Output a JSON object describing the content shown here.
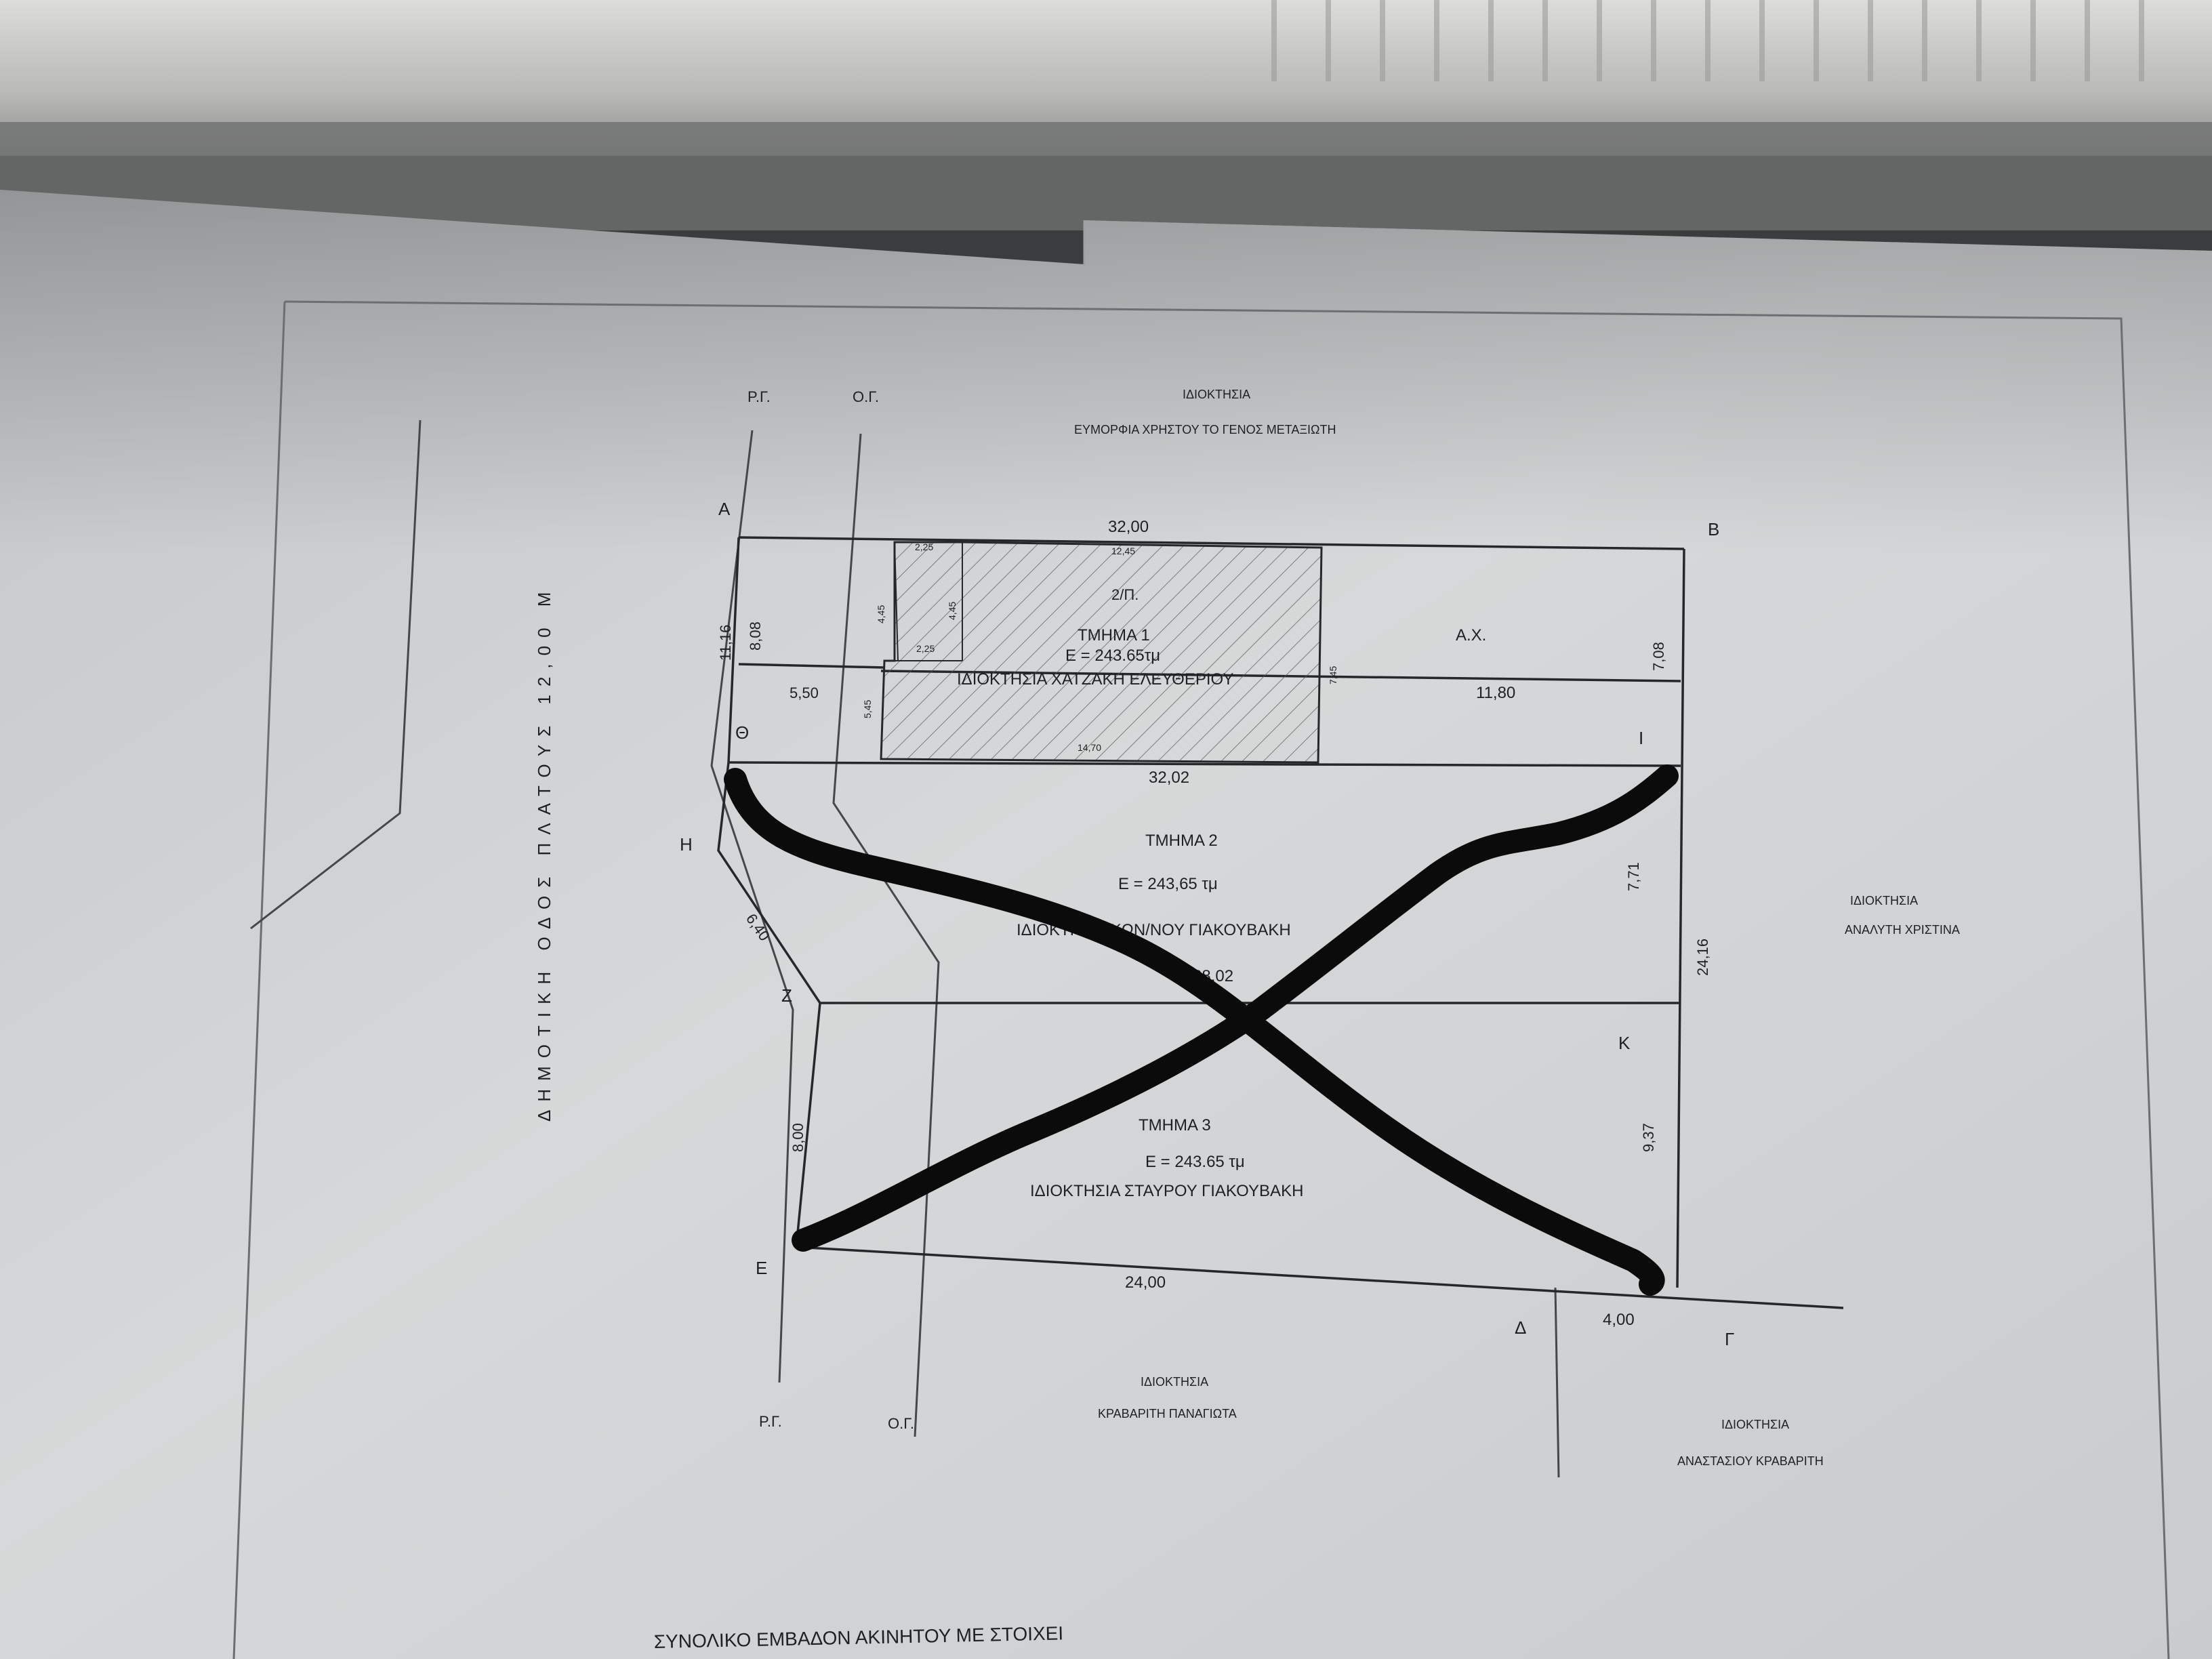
{
  "labels": {
    "road_edge_top": "Ρ.Γ.",
    "building_line_top": "Ο.Γ.",
    "road_edge_bottom": "Ρ.Γ.",
    "building_line_bottom": "Ο.Γ.",
    "owner_north_heading": "ΙΔΙΟΚΤΗΣΙΑ",
    "owner_north_name": "ΕΥΜΟΡΦΙΑ ΧΡΗΣΤΟΥ ΤΟ ΓΕΝΟΣ ΜΕΤΑΞΙΩΤΗ",
    "owner_east_heading": "ΙΔΙΟΚΤΗΣΙΑ",
    "owner_east_name": "ΑΝΑΛΥΤΗ ΧΡΙΣΤΙΝΑ",
    "owner_south_heading": "ΙΔΙΟΚΤΗΣΙΑ",
    "owner_south_name": "ΚΡΑΒΑΡΙΤΗ ΠΑΝΑΓΙΩΤΑ",
    "owner_southeast_heading": "ΙΔΙΟΚΤΗΣΙΑ",
    "owner_southeast_name": "ΑΝΑΣΤΑΣΙΟΥ ΚΡΑΒΑΡΙΤΗ",
    "street": "ΔΗΜΟΤΙΚΗ ΟΔΟΣ ΠΛΑΤΟΥΣ 12,00 Μ",
    "bottom_caption": "ΣΥΝΟΛΙΚΟ ΕΜΒΑΔΟΝ ΑΚΙΝΗΤΟΥ ΜΕ ΣΤΟΙΧΕΙ"
  },
  "corners": {
    "a": "Α",
    "b": "Β",
    "g": "Γ",
    "d": "Δ",
    "e": "Ε",
    "z": "Ζ",
    "h": "Η",
    "th": "Θ",
    "i": "Ι",
    "k": "Κ"
  },
  "sections": {
    "s1_floor": "2/Π.",
    "s1_title": "ΤΜΗΜΑ 1",
    "s1_area": "Ε = 243.65τμ",
    "s1_owner": "ΙΔΙΟΚΤΗΣΙΑ ΧΑΤΖΑΚΗ ΕΛΕΥΘΕΡΙΟΥ",
    "ax": "Α.Χ.",
    "s2_title": "ΤΜΗΜΑ 2",
    "s2_area": "Ε = 243,65 τμ",
    "s2_owner": "ΙΔΙΟΚΤΗΣΙΑ ΚΩΝ/ΝΟΥ ΓΙΑΚΟΥΒΑΚΗ",
    "s3_title": "ΤΜΗΜΑ 3",
    "s3_area": "Ε = 243.65 τμ",
    "s3_owner": "ΙΔΙΟΚΤΗΣΙΑ ΣΤΑΥΡΟΥ ΓΙΑΚΟΥΒΑΚΗ"
  },
  "dimensions": {
    "top": "32,00",
    "mid": "32,02",
    "z_line": "28,02",
    "bottom": "24,00",
    "dg": "4,00",
    "west_a_th": "11,16",
    "west_inner": "8,08",
    "step": "5,50",
    "east_b_i": "7,08",
    "ax_width": "11,80",
    "east_i_mid": "7,71",
    "east_total": "24,16",
    "east_k": "9,37",
    "chamfer": "6,40",
    "west_e": "8,00",
    "bld_a": "2,25",
    "bld_b": "12,45",
    "bld_c": "4,45",
    "bld_d": "4,45",
    "bld_e": "2,25",
    "bld_f": "5,45",
    "bld_g": "7,45",
    "bld_bottom": "14,70"
  }
}
